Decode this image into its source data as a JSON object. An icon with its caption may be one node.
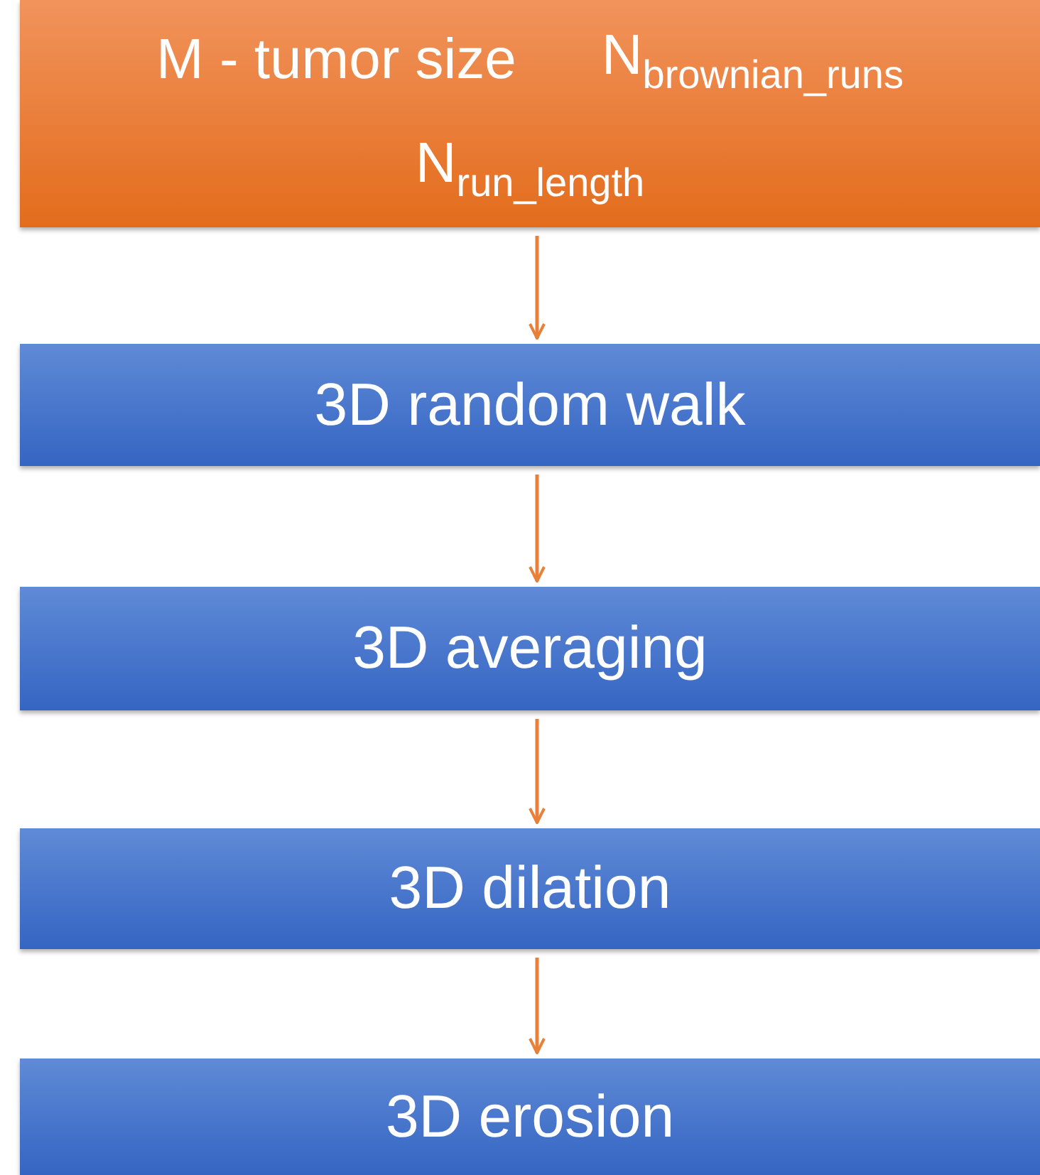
{
  "diagram": {
    "nodes": [
      {
        "text": [
          "M - tumor size",
          "N$_{brownian_runs}$",
          "N$_{run_length}$"
        ]
      },
      {
        "text": [
          "3D random walk"
        ]
      },
      {
        "text": [
          "3D averaging"
        ]
      },
      {
        "text": [
          "3D dilation"
        ]
      },
      {
        "text": [
          "3D erosion"
        ]
      }
    ],
    "edges": [
      {
        "from": 0,
        "to": 1,
        "arrow": "to"
      },
      {
        "from": 1,
        "to": 2,
        "arrow": "to"
      },
      {
        "from": 2,
        "to": 3,
        "arrow": "to"
      },
      {
        "from": 3,
        "to": 4,
        "arrow": "to"
      }
    ]
  }
}
